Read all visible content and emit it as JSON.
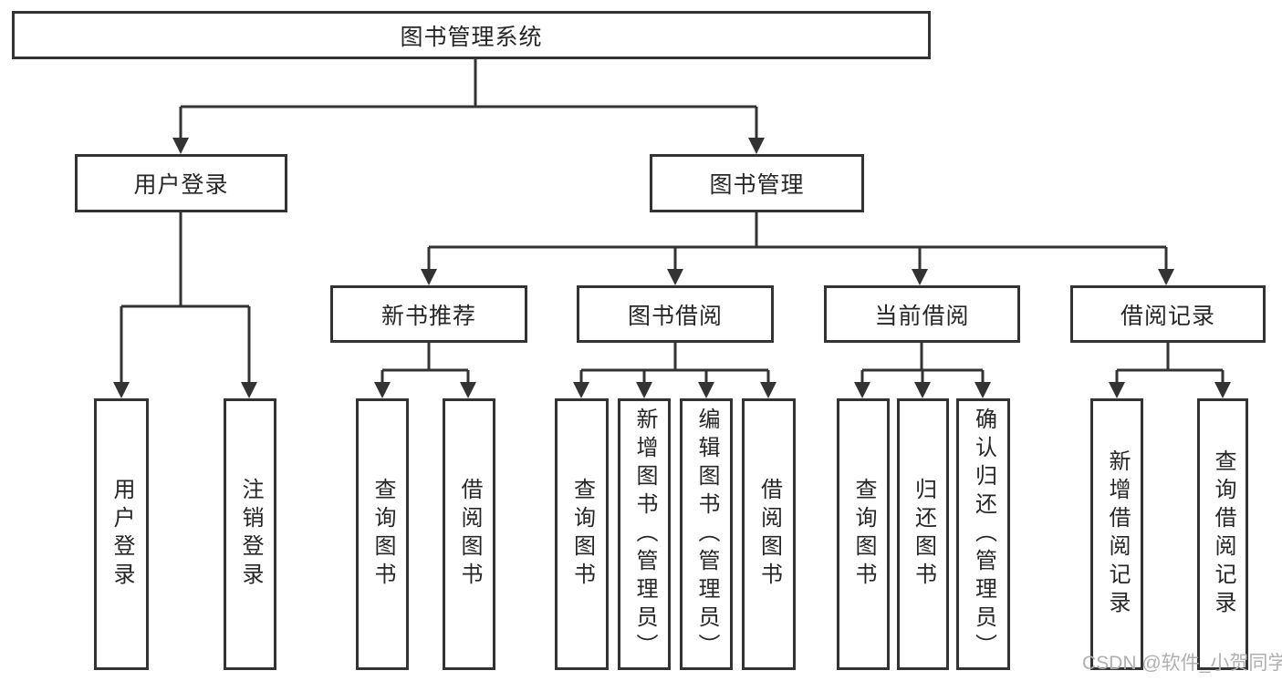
{
  "diagram_type": "hierarchy-tree",
  "tree": {
    "label": "图书管理系统",
    "children": [
      {
        "label": "用户登录",
        "children": [
          {
            "label": "用户登录"
          },
          {
            "label": "注销登录"
          }
        ]
      },
      {
        "label": "图书管理",
        "children": [
          {
            "label": "新书推荐",
            "children": [
              {
                "label": "查询图书"
              },
              {
                "label": "借阅图书"
              }
            ]
          },
          {
            "label": "图书借阅",
            "children": [
              {
                "label": "查询图书"
              },
              {
                "label": "新增图书（管理员）"
              },
              {
                "label": "编辑图书（管理员）"
              },
              {
                "label": "借阅图书"
              }
            ]
          },
          {
            "label": "当前借阅",
            "children": [
              {
                "label": "查询图书"
              },
              {
                "label": "归还图书"
              },
              {
                "label": "确认归还（管理员）"
              }
            ]
          },
          {
            "label": "借阅记录",
            "children": [
              {
                "label": "新增借阅记录"
              },
              {
                "label": "查询借阅记录"
              }
            ]
          }
        ]
      }
    ]
  },
  "watermark": {
    "text": "CSDN @软件_小贺同学"
  },
  "colors": {
    "line": "#333333",
    "text": "#262626",
    "watermark": "#b0b0b0",
    "bg": "#ffffff"
  }
}
